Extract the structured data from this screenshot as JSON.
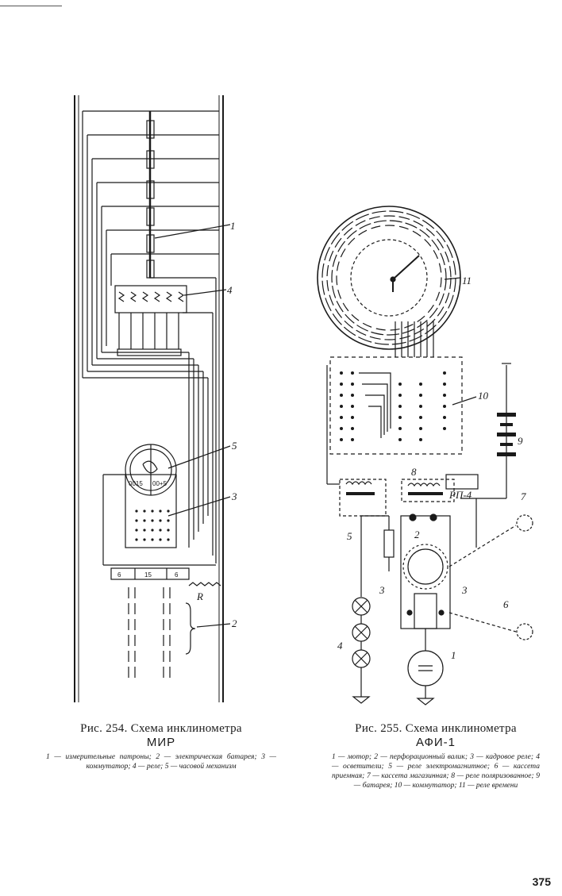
{
  "figure_254": {
    "caption_title": "Рис.   254.   Схема   инклинометра",
    "caption_name": "МИР",
    "legend": "1 — измерительные патроны; 2 — электрическая батарея; 3 — коммутатор; 4 — реле; 5 — часовой механизм",
    "labels": {
      "l1": "1",
      "l2": "2",
      "l3": "3",
      "l4": "4",
      "l5": "5",
      "r": "R"
    },
    "small_labels": {
      "s1": "0015",
      "s2": "00+5",
      "s3": "6",
      "s4": "15",
      "s5": "6"
    }
  },
  "figure_255": {
    "caption_title": "Рис. 255. Схема инклинометра",
    "caption_name": "АФИ-1",
    "legend": "1 — мотор; 2 — перфорационный валик; 3 — кадровое реле; 4 — осветители; 5 — реле электромагнитное; 6 — кассета приемная; 7 — кассета магазинная; 8 — реле поляризованное; 9 — батарея; 10 — коммутатор; 11 — реле времени",
    "labels": {
      "l1": "1",
      "l2": "2",
      "l3a": "3",
      "l3b": "3",
      "l4": "4",
      "l5": "5",
      "l6": "6",
      "l7": "7",
      "l8": "8",
      "l9": "9",
      "l10": "10",
      "l11": "11",
      "rp": "РП-4"
    }
  },
  "page_number": "375"
}
